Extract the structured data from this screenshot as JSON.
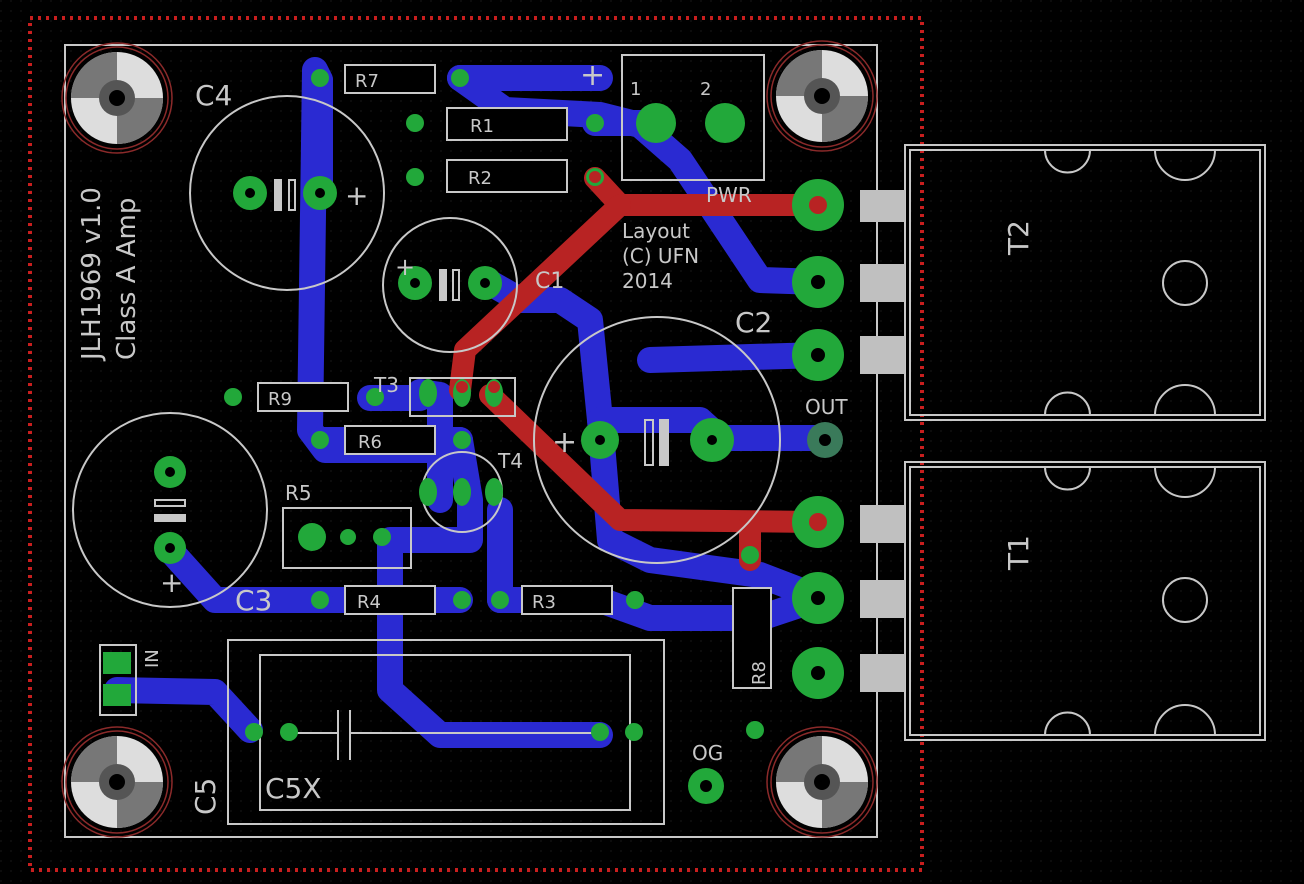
{
  "board": {
    "silk_color": "#c8c8c8",
    "bottom_copper": "#2a2ad2",
    "top_copper": "#b82323",
    "pad_color": "#22a83a",
    "dimension_color": "#c81e1e",
    "background": "#000000"
  },
  "title_line1": "JLH1969 v1.0",
  "title_line2": "Class A Amp",
  "credit": [
    "Layout",
    "(C) UFN",
    "2014"
  ],
  "labels": {
    "C1": "C1",
    "C2": "C2",
    "C3": "C3",
    "C4": "C4",
    "C5": "C5",
    "C5X": "C5X",
    "R1": "R1",
    "R2": "R2",
    "R3": "R3",
    "R4": "R4",
    "R5": "R5",
    "R6": "R6",
    "R7": "R7",
    "R8": "R8",
    "R9": "R9",
    "T1": "T1",
    "T2": "T2",
    "T3": "T3",
    "T4": "T4",
    "PWR": "PWR",
    "OUT": "OUT",
    "OG": "OG",
    "IN": "IN",
    "pin1": "1",
    "pin2": "2",
    "plus": "+"
  }
}
